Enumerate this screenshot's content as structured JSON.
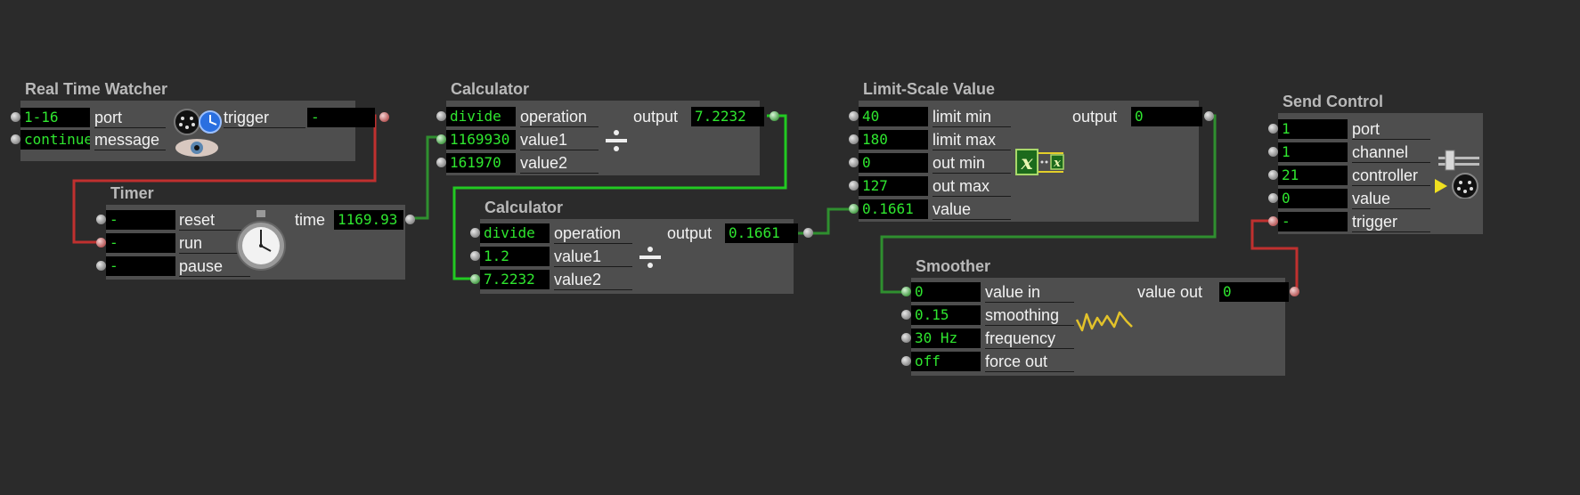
{
  "colors": {
    "background": "#2b2b2b",
    "panel": "#4e4e4e",
    "field_text": "#2fe62f",
    "wire_green": "#22c922",
    "wire_dark_green": "#2f8f2f",
    "wire_red": "#c0302f"
  },
  "real_time_watcher": {
    "title": "Real Time Watcher",
    "port": {
      "value": "1-16",
      "label": "port"
    },
    "message": {
      "value": "continue",
      "label": "message"
    },
    "trigger": {
      "value": "-",
      "label": "trigger"
    },
    "icon": "eye-clock-icon"
  },
  "timer": {
    "title": "Timer",
    "reset": {
      "value": "-",
      "label": "reset"
    },
    "run": {
      "value": "-",
      "label": "run"
    },
    "pause": {
      "value": "-",
      "label": "pause"
    },
    "time": {
      "value": "1169.93",
      "label": "time"
    },
    "icon": "stopwatch-icon"
  },
  "calculator_1": {
    "title": "Calculator",
    "operation": {
      "value": "divide",
      "label": "operation"
    },
    "value1": {
      "value": "1169930",
      "label": "value1"
    },
    "value2": {
      "value": "161970",
      "label": "value2"
    },
    "output": {
      "value": "7.2232",
      "label": "output"
    },
    "icon": "divide-icon"
  },
  "calculator_2": {
    "title": "Calculator",
    "operation": {
      "value": "divide",
      "label": "operation"
    },
    "value1": {
      "value": "1.2",
      "label": "value1"
    },
    "value2": {
      "value": "7.2232",
      "label": "value2"
    },
    "output": {
      "value": "0.1661",
      "label": "output"
    },
    "icon": "divide-icon"
  },
  "limit_scale": {
    "title": "Limit-Scale Value",
    "limit_min": {
      "value": "40",
      "label": "limit min"
    },
    "limit_max": {
      "value": "180",
      "label": "limit max"
    },
    "out_min": {
      "value": "0",
      "label": "out min"
    },
    "out_max": {
      "value": "127",
      "label": "out max"
    },
    "value": {
      "value": "0.1661",
      "label": "value"
    },
    "output": {
      "value": "0",
      "label": "output"
    },
    "icon": "scale-x-icon"
  },
  "smoother": {
    "title": "Smoother",
    "value_in": {
      "value": "0",
      "label": "value in"
    },
    "smoothing": {
      "value": "0.15",
      "label": "smoothing"
    },
    "frequency": {
      "value": "30 Hz",
      "label": "frequency"
    },
    "force_out": {
      "value": "off",
      "label": "force out"
    },
    "value_out": {
      "value": "0",
      "label": "value out"
    },
    "icon": "wave-icon"
  },
  "send_control": {
    "title": "Send Control",
    "port": {
      "value": "1",
      "label": "port"
    },
    "channel": {
      "value": "1",
      "label": "channel"
    },
    "controller": {
      "value": "21",
      "label": "controller"
    },
    "value": {
      "value": "0",
      "label": "value"
    },
    "trigger": {
      "value": "-",
      "label": "trigger"
    },
    "icon": "midi-fader-icon"
  }
}
